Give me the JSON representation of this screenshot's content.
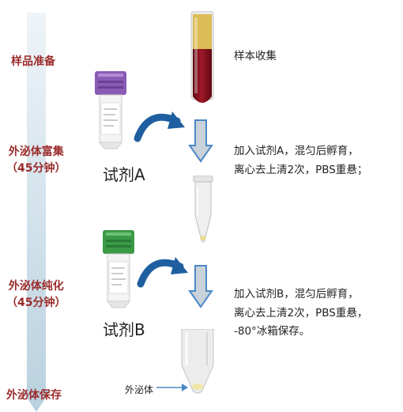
{
  "stages": {
    "prep": "样品准备",
    "enrich_title": "外泌体富集",
    "enrich_time": "（45分钟）",
    "purify_title": "外泌体纯化",
    "purify_time": "（45分钟）",
    "store": "外泌体保存"
  },
  "steps": {
    "sample_collect": "样本收集",
    "step_a_line1": "加入试剂A，混匀后孵育，",
    "step_a_line2": "离心去上清2次，PBS重悬；",
    "step_b_line1": "加入试剂B，混匀后孵育，",
    "step_b_line2": "离心去上清2次，PBS重悬，",
    "step_b_line3": "-80°冰箱保存。"
  },
  "reagents": {
    "a": "试剂A",
    "b": "试剂B"
  },
  "labels": {
    "exosome": "外泌体"
  },
  "colors": {
    "stage_text": "#9b2b2b",
    "timeline_arrow": "#cfe0ea",
    "curved_arrow": "#1f5fa0",
    "down_arrow_fill": "#c9d2da",
    "down_arrow_stroke": "#4a88c5",
    "vial_a_cap": "#8a5bb4",
    "vial_b_cap": "#3a9a46",
    "blood": "#7c0f1c",
    "serum": "#d9b43a"
  },
  "icons": {
    "timeline": "timeline-arrow-icon",
    "curved": "curved-arrow-icon",
    "down": "down-arrow-icon"
  }
}
